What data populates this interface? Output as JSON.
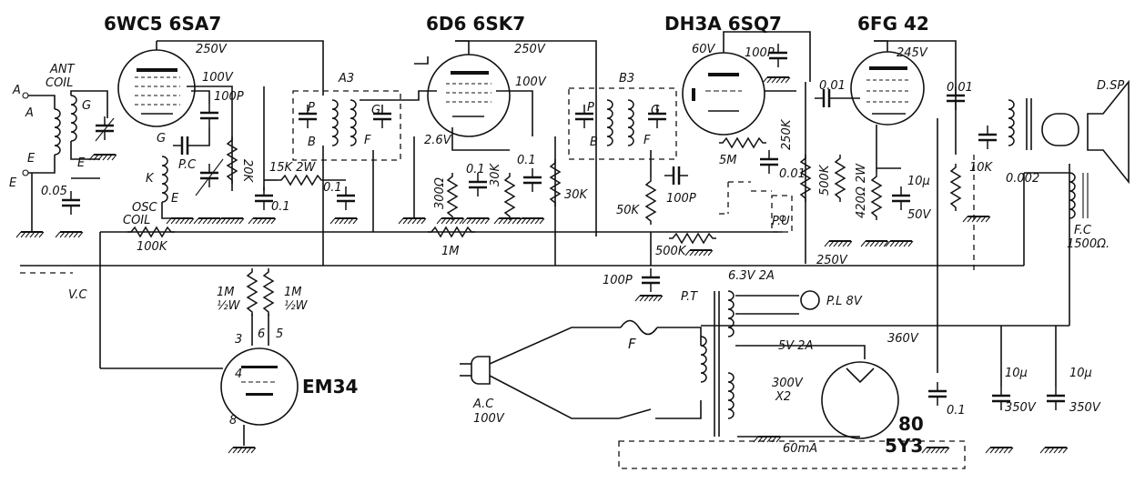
{
  "tubes": {
    "t1": "6WC5 6SA7",
    "t2": "6D6 6SK7",
    "t3": "DH3A 6SQ7",
    "t4": "6FG 42",
    "tuning": "EM34",
    "rect1": "80",
    "rect2": "5Y3"
  },
  "labels": {
    "ant": "ANT",
    "coil": "COIL",
    "a": "A",
    "e": "E",
    "e2": "E",
    "g": "G",
    "k": "K",
    "p": "P",
    "b": "B",
    "f": "F",
    "pc": "P.C",
    "osc": "OSC",
    "osc_coil": "COIL",
    "a3": "A3",
    "b3": "B3",
    "vc": "V.C",
    "pu": "P.U",
    "dsp": "D.SP",
    "fc": "F.C",
    "fc_val": "1500Ω.",
    "pt": "P.T",
    "pl": "P.L 8V",
    "fuse": "F",
    "ac": "A.C",
    "ac_v": "100V",
    "h63": "6.3V 2A",
    "h5": "5V 2A",
    "hv": "300V",
    "x2": "X2",
    "ma": "60mA",
    "pin3": "3",
    "pin4": "4",
    "pin5": "5",
    "pin6": "6",
    "pin8": "8"
  },
  "values": {
    "v250a": "250V",
    "v100a": "100V",
    "c100p_a": "100P",
    "r20k": "20K",
    "r15k": "15K 2W",
    "c01_a": "0.1",
    "c01_b": "0.1",
    "c005": "0.05",
    "r100k": "100K",
    "v250b": "250V",
    "v100b": "100V",
    "v26": "2.6V",
    "r300": "300Ω",
    "c01_c": "0.1",
    "r30k_a": "30K",
    "c01_d": "0.1",
    "r30k_b": "30K",
    "r1m": "1M",
    "r50k": "50K",
    "c100p_b": "100P",
    "r500k_v": "500K",
    "c100p_c": "100P",
    "v60": "60V",
    "c100p_d": "100P",
    "r5m": "5M",
    "c001_a": "0.01",
    "r250k": "250K",
    "c001_b": "0.01",
    "r500k": "500K",
    "r420": "420Ω 2W",
    "c10u_a": "10μ",
    "c50v": "50V",
    "v245": "245V",
    "c001_c": "0.01",
    "r10k": "10K",
    "c0002": "0.002",
    "v250c": "250V",
    "r1m_a": "1M",
    "r12w_a": "½W",
    "r1m_b": "1M",
    "r12w_b": "½W",
    "v360": "360V",
    "c01_e": "0.1",
    "c10u_b": "10μ",
    "c350a": "350V",
    "c10u_c": "10μ",
    "c350b": "350V"
  }
}
